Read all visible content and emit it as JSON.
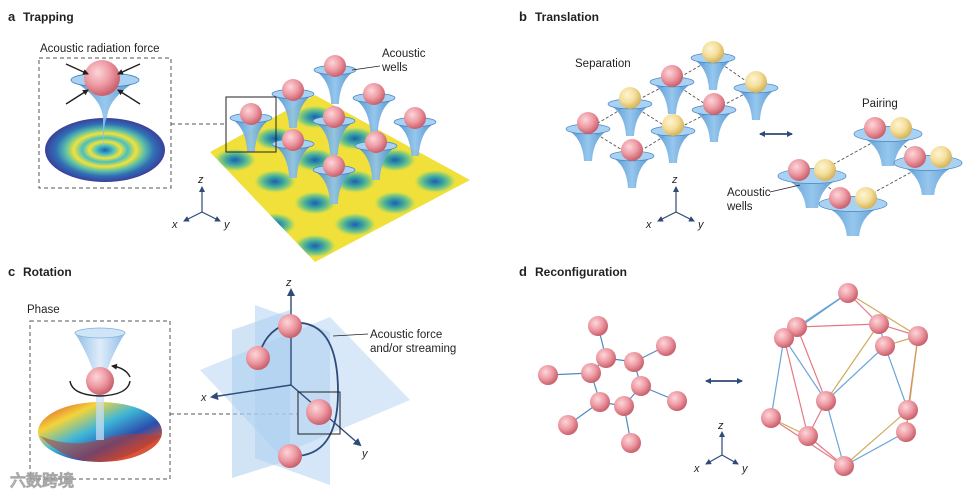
{
  "panels": {
    "a": {
      "letter": "a",
      "title": "Trapping",
      "force_label": "Acoustic radiation force",
      "wells_label_1": "Acoustic",
      "wells_label_2": "wells"
    },
    "b": {
      "letter": "b",
      "title": "Translation",
      "separation_label": "Separation",
      "pairing_label": "Pairing",
      "wells_label_1": "Acoustic",
      "wells_label_2": "wells"
    },
    "c": {
      "letter": "c",
      "title": "Rotation",
      "phase_label": "Phase",
      "force_label_1": "Acoustic force",
      "force_label_2": "and/or streaming"
    },
    "d": {
      "letter": "d",
      "title": "Reconfiguration"
    }
  },
  "axes": {
    "x": "x",
    "y": "y",
    "z": "z"
  },
  "watermark": "六数跨境",
  "colors": {
    "particle": "#ee9aa3",
    "particle_yellow": "#f4de9a",
    "well": "#6fb0e2",
    "well_dark": "#3e82c4",
    "plane": "#a9cdef",
    "arrow": "#2e4a78",
    "field_yellow": "#f1e03a",
    "field_teal": "#3da6a0",
    "field_blue": "#2f6fb6"
  }
}
